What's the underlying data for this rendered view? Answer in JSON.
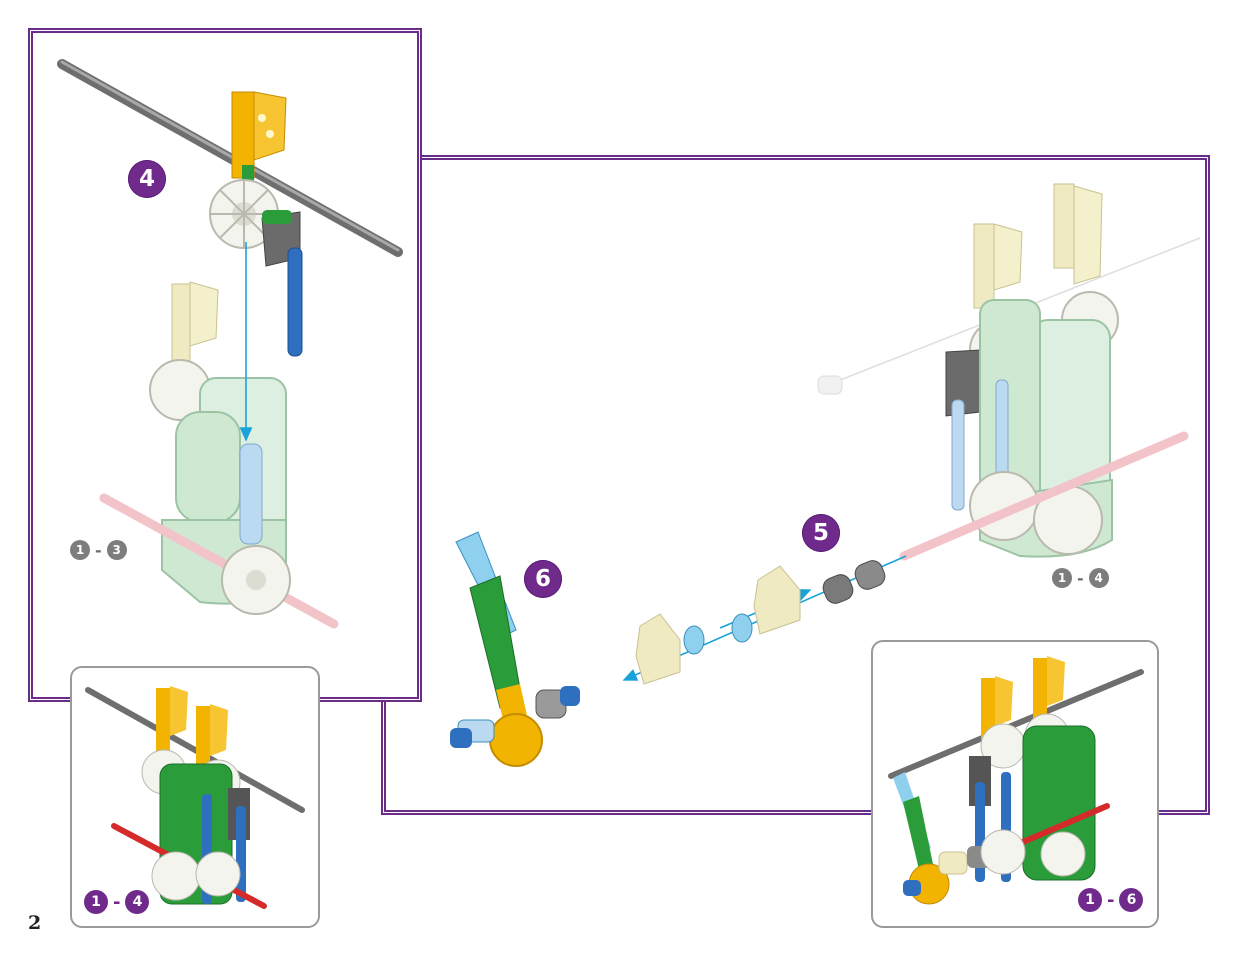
{
  "page": {
    "number": "2"
  },
  "steps": {
    "step4": {
      "badge": "4",
      "range_start": "1",
      "range_end": "3"
    },
    "step5": {
      "badge": "5",
      "range_start": "1",
      "range_end": "4"
    },
    "step6": {
      "badge": "6"
    }
  },
  "previews": {
    "left": {
      "range_start": "1",
      "range_end": "4"
    },
    "right": {
      "range_start": "1",
      "range_end": "6"
    }
  },
  "colors": {
    "frame_purple": "#6a2c8a",
    "badge_purple": "#6f2a8c",
    "arrow_blue": "#1aa3d9",
    "rod_gray": "#7a7a7a",
    "connector_yellow": "#f2b400",
    "connector_white": "#f4f4ee",
    "rod_blue": "#2f6fc0",
    "motor_mint": "#cfe8d2",
    "motor_green": "#2a9d3a",
    "rod_red": "#d42a2a",
    "rod_pink": "#f2c3c8",
    "connector_cream": "#efeac2",
    "light_blue": "#8fd0ef"
  }
}
